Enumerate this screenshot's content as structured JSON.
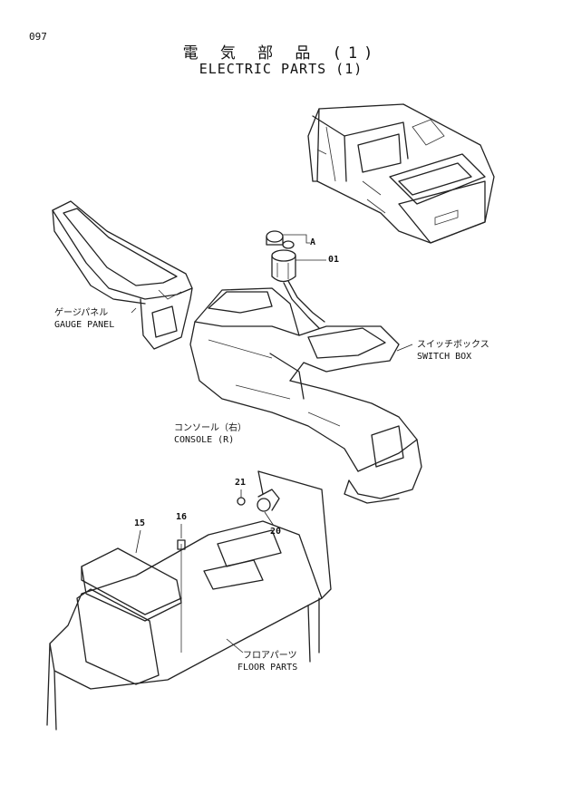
{
  "page_number": "097",
  "title_jp": "電 気 部 品 (1)",
  "title_en": "ELECTRIC PARTS (1)",
  "labels": {
    "gauge_panel_jp": "ゲージパネル",
    "gauge_panel_en": "GAUGE PANEL",
    "switch_box_jp": "スイッチボックス",
    "switch_box_en": "SWITCH BOX",
    "console_jp": "コンソール（右）",
    "console_en": "CONSOLE (R)",
    "floor_parts_jp": "フロアパーツ",
    "floor_parts_en": "FLOOR PARTS"
  },
  "callouts": {
    "a": "A",
    "p01": "01",
    "p21": "21",
    "p20": "20",
    "p16": "16",
    "p15": "15"
  }
}
